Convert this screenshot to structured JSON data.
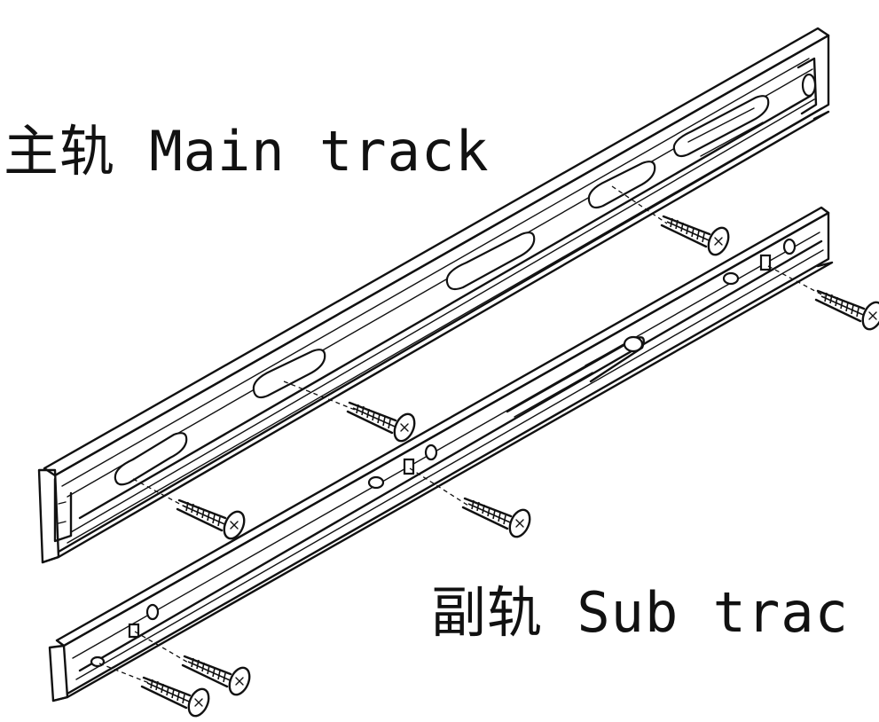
{
  "labels": {
    "main_track": "主轨 Main track",
    "sub_track": "副轨 Sub trac"
  },
  "screws": [
    {
      "id": "main-1"
    },
    {
      "id": "main-2"
    },
    {
      "id": "main-3"
    },
    {
      "id": "sub-1"
    },
    {
      "id": "sub-2"
    },
    {
      "id": "sub-3"
    },
    {
      "id": "sub-4"
    }
  ],
  "colors": {
    "line": "#111111",
    "background": "#ffffff"
  }
}
